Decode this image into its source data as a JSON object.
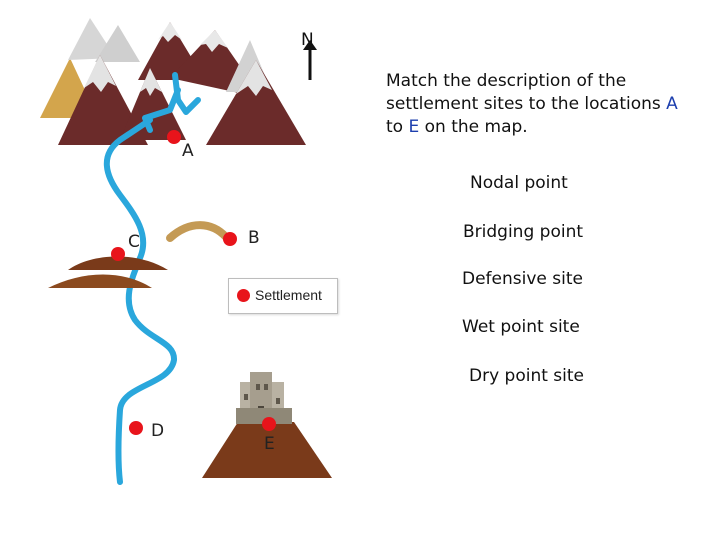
{
  "instruction": {
    "pre": "Match the description of the settlement sites to the locations ",
    "loc_first": "A",
    "mid": " to ",
    "loc_last": "E",
    "post": " on the map."
  },
  "options": [
    "Nodal point",
    "Bridging point",
    "Defensive site",
    "Wet point site",
    "Dry point site"
  ],
  "locations": {
    "a": "A",
    "b": "B",
    "c": "C",
    "d": "D",
    "e": "E"
  },
  "north_label": "N",
  "legend": {
    "label": "Settlement"
  },
  "colors": {
    "river": "#2aa7dc",
    "settlement": "#e8141b",
    "mountain": "#6b2b2a",
    "snow": "#d9d9d9",
    "hill": "#7a3a1a",
    "bridge": "#c49a55",
    "accent_text": "#1d3fae"
  }
}
